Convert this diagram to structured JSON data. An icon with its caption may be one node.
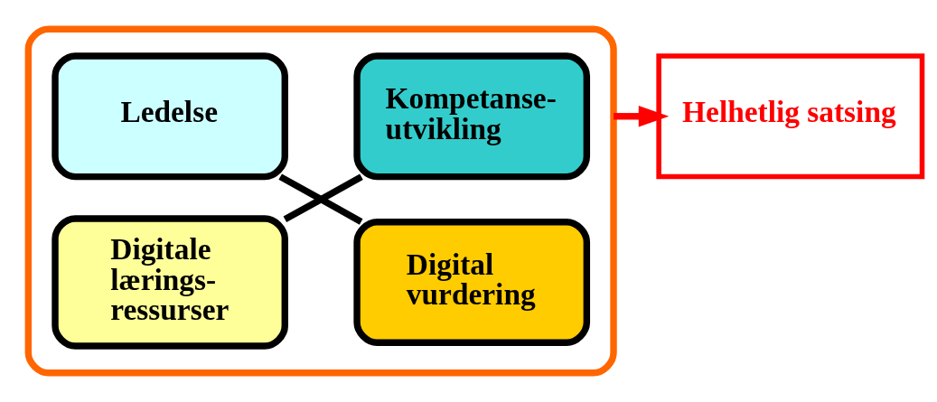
{
  "diagram": {
    "nodes": [
      {
        "text": [],
        "shape": "box"
      },
      {
        "text": [
          "Ledelse"
        ],
        "in": 0
      },
      {
        "text": [
          "Kompetanse- utvikling"
        ],
        "in": 0
      },
      {
        "text": [
          "Digitale lærings- ressurser"
        ],
        "in": 0
      },
      {
        "text": [
          "Digital vurdering"
        ],
        "in": 0
      },
      {
        "text": [
          "Helhetlig satsing"
        ]
      }
    ],
    "edges": [
      {
        "from": 1,
        "to": 4,
        "arrow": "none"
      },
      {
        "from": 2,
        "to": 3,
        "arrow": "none"
      },
      {
        "from": 0,
        "to": 5,
        "arrow": "to",
        "color": "#ff0000"
      }
    ]
  }
}
